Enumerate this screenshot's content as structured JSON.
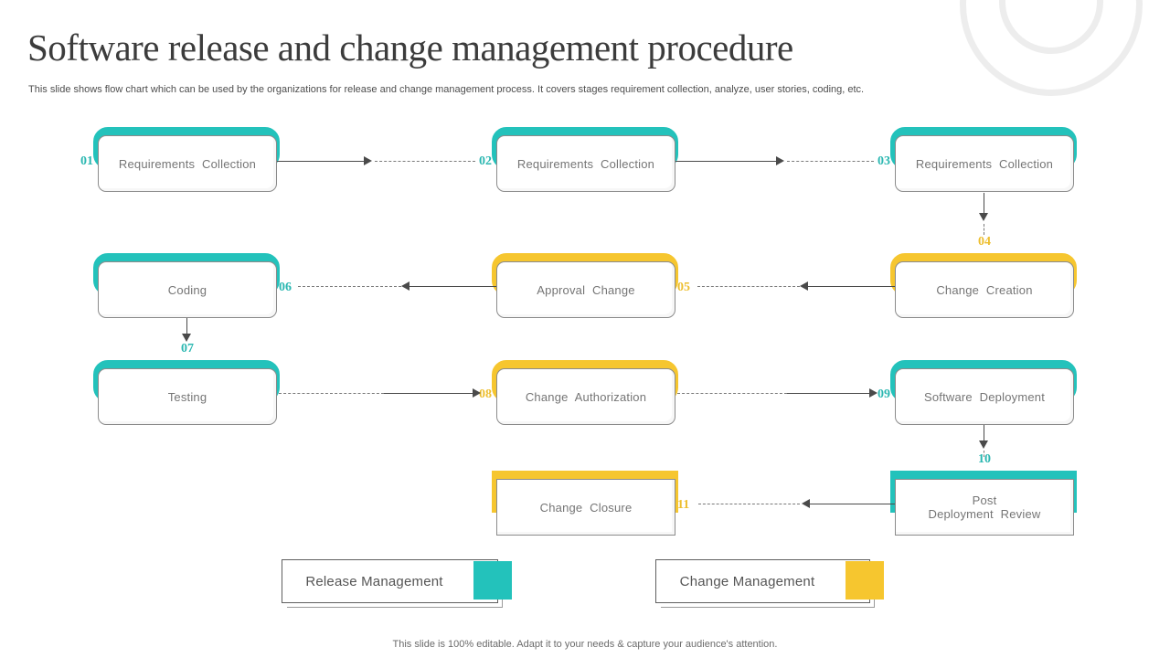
{
  "slide": {
    "title": "Software release and change management procedure",
    "subtitle": "This slide shows flow chart which can be used by the organizations for release and change management  process. It covers stages requirement collection, analyze, user stories, coding, etc.",
    "footer": "This slide is 100% editable. Adapt it to your needs & capture your audience's attention."
  },
  "colors": {
    "release_teal": "#23c2bb",
    "change_yellow": "#f6c62f",
    "connector_line": "#4a4a4a",
    "title_text": "#3c3c3c",
    "node_text": "#757575"
  },
  "nodes": [
    {
      "num": "01",
      "label": "Requirements Collection",
      "category": "release"
    },
    {
      "num": "02",
      "label": "Requirements Collection",
      "category": "release"
    },
    {
      "num": "03",
      "label": "Requirements Collection",
      "category": "release"
    },
    {
      "num": "04",
      "label": "Change Creation",
      "category": "change"
    },
    {
      "num": "05",
      "label": "Approval Change",
      "category": "change"
    },
    {
      "num": "06",
      "label": "Coding",
      "category": "release"
    },
    {
      "num": "07",
      "label": "Testing",
      "category": "release"
    },
    {
      "num": "08",
      "label": "Change Authorization",
      "category": "change"
    },
    {
      "num": "09",
      "label": "Software Deployment",
      "category": "release"
    },
    {
      "num": "10",
      "label": "Post",
      "label2": "Deployment Review",
      "category": "release"
    },
    {
      "num": "11",
      "label": "Change Closure",
      "category": "change"
    }
  ],
  "edges": [
    {
      "from": "01",
      "to": "02"
    },
    {
      "from": "02",
      "to": "03"
    },
    {
      "from": "03",
      "to": "04"
    },
    {
      "from": "04",
      "to": "05"
    },
    {
      "from": "05",
      "to": "06"
    },
    {
      "from": "06",
      "to": "07"
    },
    {
      "from": "07",
      "to": "08"
    },
    {
      "from": "08",
      "to": "09"
    },
    {
      "from": "09",
      "to": "10"
    },
    {
      "from": "10",
      "to": "11"
    }
  ],
  "legend": [
    {
      "label": "Release Management",
      "color": "#23c2bb"
    },
    {
      "label": "Change Management",
      "color": "#f6c62f"
    }
  ]
}
